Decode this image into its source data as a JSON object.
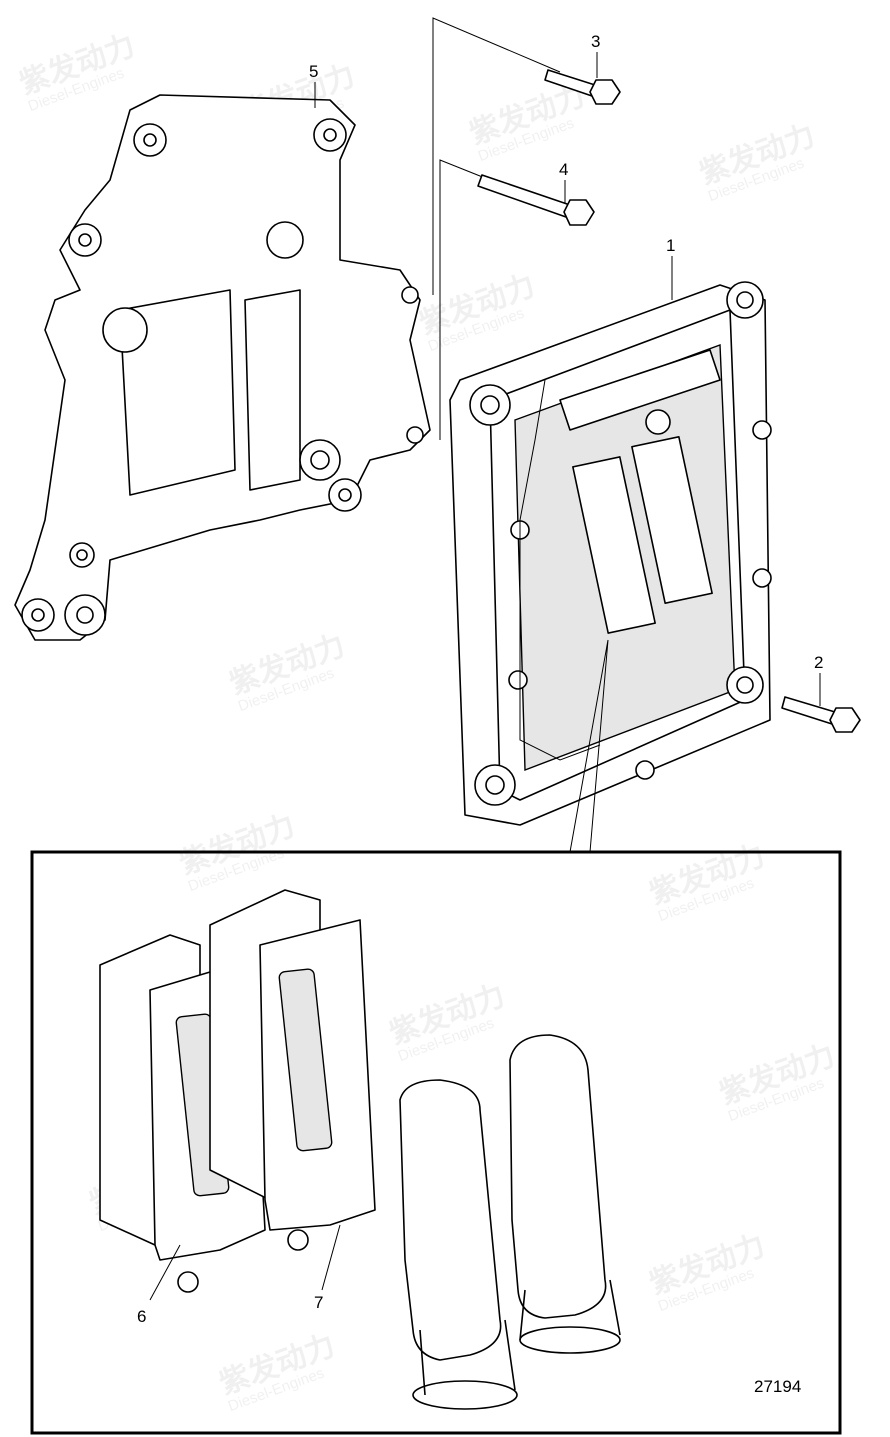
{
  "diagram": {
    "callouts": [
      {
        "id": "1",
        "label": "1"
      },
      {
        "id": "2",
        "label": "2"
      },
      {
        "id": "3",
        "label": "3"
      },
      {
        "id": "4",
        "label": "4"
      },
      {
        "id": "5",
        "label": "5"
      },
      {
        "id": "6",
        "label": "6"
      },
      {
        "id": "7",
        "label": "7"
      }
    ],
    "figure_number": "27194",
    "watermark": {
      "title": "紫发动力",
      "subtitle": "Diesel-Engines"
    }
  }
}
